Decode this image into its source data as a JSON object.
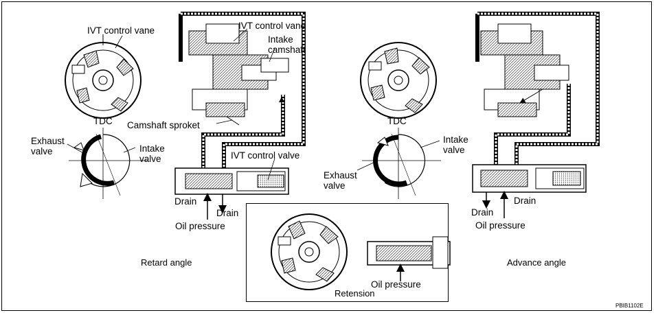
{
  "labels": {
    "ivt_control_vane_left": "IVT control vane",
    "ivt_control_vane_center": "IVT control vane",
    "intake_camshaft": "Intake\ncamshaft",
    "camshaft_sproket": "Camshaft sproket",
    "tdc_left": "TDC",
    "exhaust_valve_left": "Exhaust\nvalve",
    "intake_valve_left": "Intake\nvalve",
    "ivt_control_valve": "IVT control valve",
    "drain_left_1": "Drain",
    "drain_left_2": "Drain",
    "oil_pressure_left": "Oil pressure",
    "tdc_right": "TDC",
    "intake_valve_right": "Intake\nvalve",
    "exhaust_valve_right": "Exhaust\nvalve",
    "drain_right_1": "Drain",
    "drain_right_2": "Drain",
    "oil_pressure_right": "Oil pressure",
    "oil_pressure_bottom": "Oil pressure"
  },
  "captions": {
    "retard": "Retard angle",
    "retension": "Retension",
    "advance": "Advance angle"
  },
  "figure_code": "PBIB1102E"
}
